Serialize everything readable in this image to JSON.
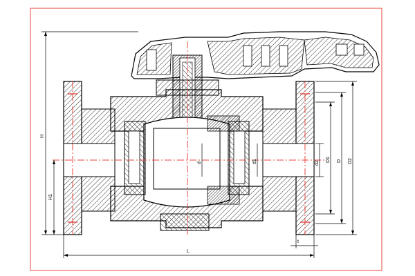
{
  "drawing": {
    "type": "ball valve cross-section (flanged)",
    "colors": {
      "frame": "#e8453c",
      "centerline": "#e8453c",
      "outline": "#000000",
      "hatch": "#000000",
      "background": "#ffffff"
    },
    "dimension_labels": {
      "overall_height": "H",
      "lower_height": "H1",
      "bore_diameter": "d",
      "bore_diameter_2": "d1",
      "pipe_diameter": "d2",
      "bolt_circle": "D1",
      "flange_outer": "D",
      "flange_diameter": "D2",
      "overall_length": "L",
      "flange_thickness": "t"
    }
  }
}
